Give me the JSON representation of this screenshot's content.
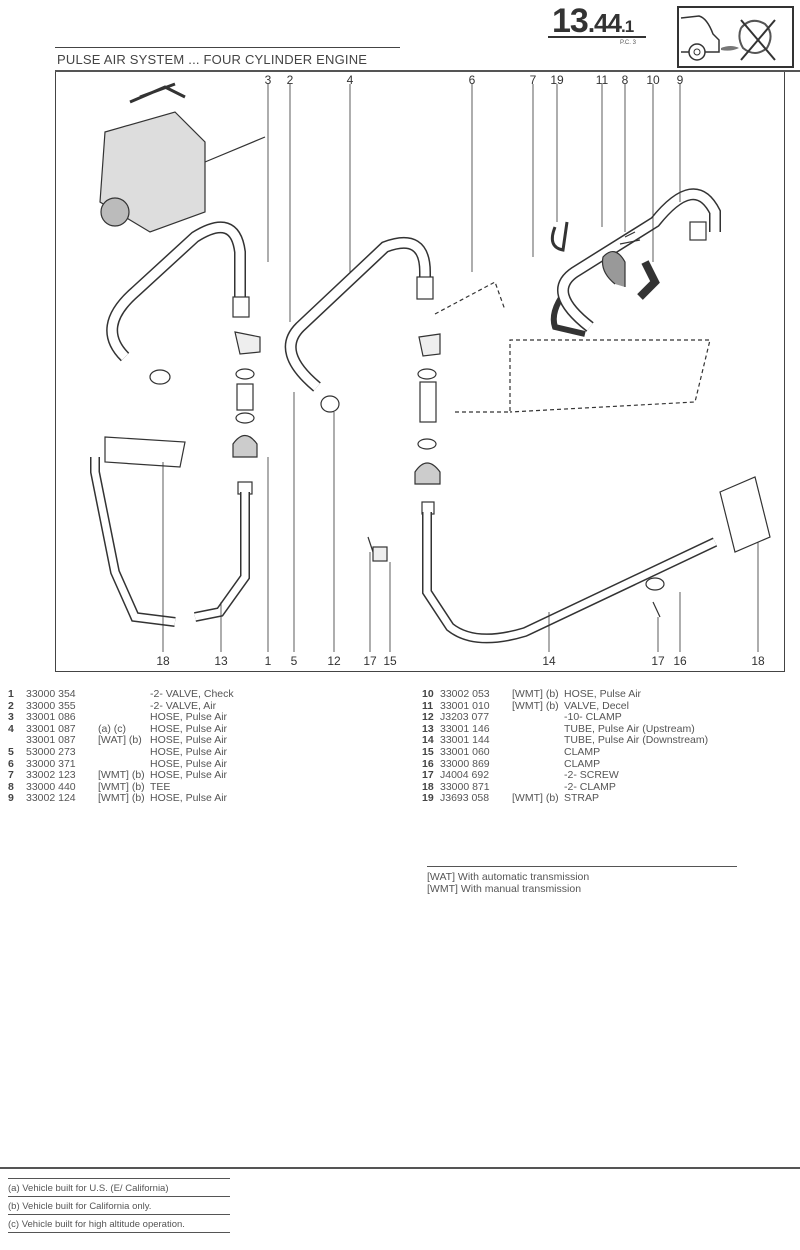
{
  "header": {
    "section_major": "13",
    "section_minor": ".44",
    "section_sub": ".1",
    "pc_label": "P.C. 3",
    "title": "PULSE AIR SYSTEM ... FOUR CYLINDER ENGINE"
  },
  "diagram": {
    "top_callouts": [
      "3",
      "2",
      "4",
      "6",
      "7",
      "19",
      "11",
      "8",
      "10",
      "9"
    ],
    "bottom_callouts": [
      "18",
      "13",
      "1",
      "5",
      "12",
      "17",
      "15",
      "14",
      "17",
      "16",
      "18"
    ]
  },
  "parts_left": [
    {
      "n": "1",
      "part": "33000 354",
      "qual": "",
      "desc": "-2- VALVE, Check"
    },
    {
      "n": "2",
      "part": "33000 355",
      "qual": "",
      "desc": "-2- VALVE, Air"
    },
    {
      "n": "3",
      "part": "33001 086",
      "qual": "",
      "desc": "HOSE, Pulse Air"
    },
    {
      "n": "4",
      "part": "33001 087",
      "qual": "(a) (c)",
      "desc": "HOSE, Pulse Air"
    },
    {
      "n": "",
      "part": "33001 087",
      "qual": "[WAT] (b)",
      "desc": "HOSE, Pulse Air"
    },
    {
      "n": "5",
      "part": "53000 273",
      "qual": "",
      "desc": "HOSE, Pulse Air"
    },
    {
      "n": "6",
      "part": "33000 371",
      "qual": "",
      "desc": "HOSE, Pulse Air"
    },
    {
      "n": "7",
      "part": "33002 123",
      "qual": "[WMT] (b)",
      "desc": "HOSE, Pulse Air"
    },
    {
      "n": "8",
      "part": "33000 440",
      "qual": "[WMT] (b)",
      "desc": "TEE"
    },
    {
      "n": "9",
      "part": "33002 124",
      "qual": "[WMT] (b)",
      "desc": "HOSE, Pulse Air"
    }
  ],
  "parts_right": [
    {
      "n": "10",
      "part": "33002 053",
      "qual": "[WMT] (b)",
      "desc": "HOSE, Pulse Air"
    },
    {
      "n": "11",
      "part": "33001 010",
      "qual": "[WMT] (b)",
      "desc": "VALVE, Decel"
    },
    {
      "n": "12",
      "part": "J3203 077",
      "qual": "",
      "desc": "-10- CLAMP"
    },
    {
      "n": "13",
      "part": "33001 146",
      "qual": "",
      "desc": "TUBE, Pulse Air (Upstream)"
    },
    {
      "n": "14",
      "part": "33001 144",
      "qual": "",
      "desc": "TUBE, Pulse Air (Downstream)"
    },
    {
      "n": "15",
      "part": "33001 060",
      "qual": "",
      "desc": "CLAMP"
    },
    {
      "n": "16",
      "part": "33000 869",
      "qual": "",
      "desc": "CLAMP"
    },
    {
      "n": "17",
      "part": "J4004 692",
      "qual": "",
      "desc": "-2- SCREW"
    },
    {
      "n": "18",
      "part": "33000 871",
      "qual": "",
      "desc": "-2- CLAMP"
    },
    {
      "n": "19",
      "part": "J3693 058",
      "qual": "[WMT] (b)",
      "desc": "STRAP"
    }
  ],
  "legend": [
    "[WAT] With automatic transmission",
    "[WMT] With manual transmission"
  ],
  "footnotes": [
    "(a) Vehicle built for U.S. (E/ California)",
    "(b) Vehicle built for California only.",
    "(c) Vehicle built for high altitude operation."
  ]
}
